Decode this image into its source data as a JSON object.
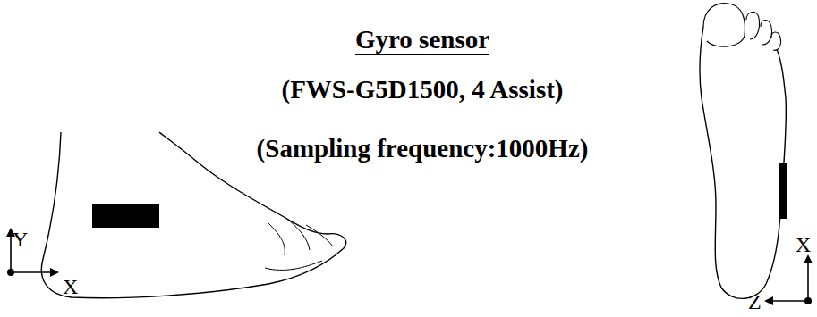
{
  "diagram": {
    "labels": [
      "Gyro sensor",
      "(FWS-G5D1500, 4 Assist)",
      "(Sampling frequency:1000Hz)",
      "Y",
      "X",
      "X",
      "Z"
    ]
  }
}
